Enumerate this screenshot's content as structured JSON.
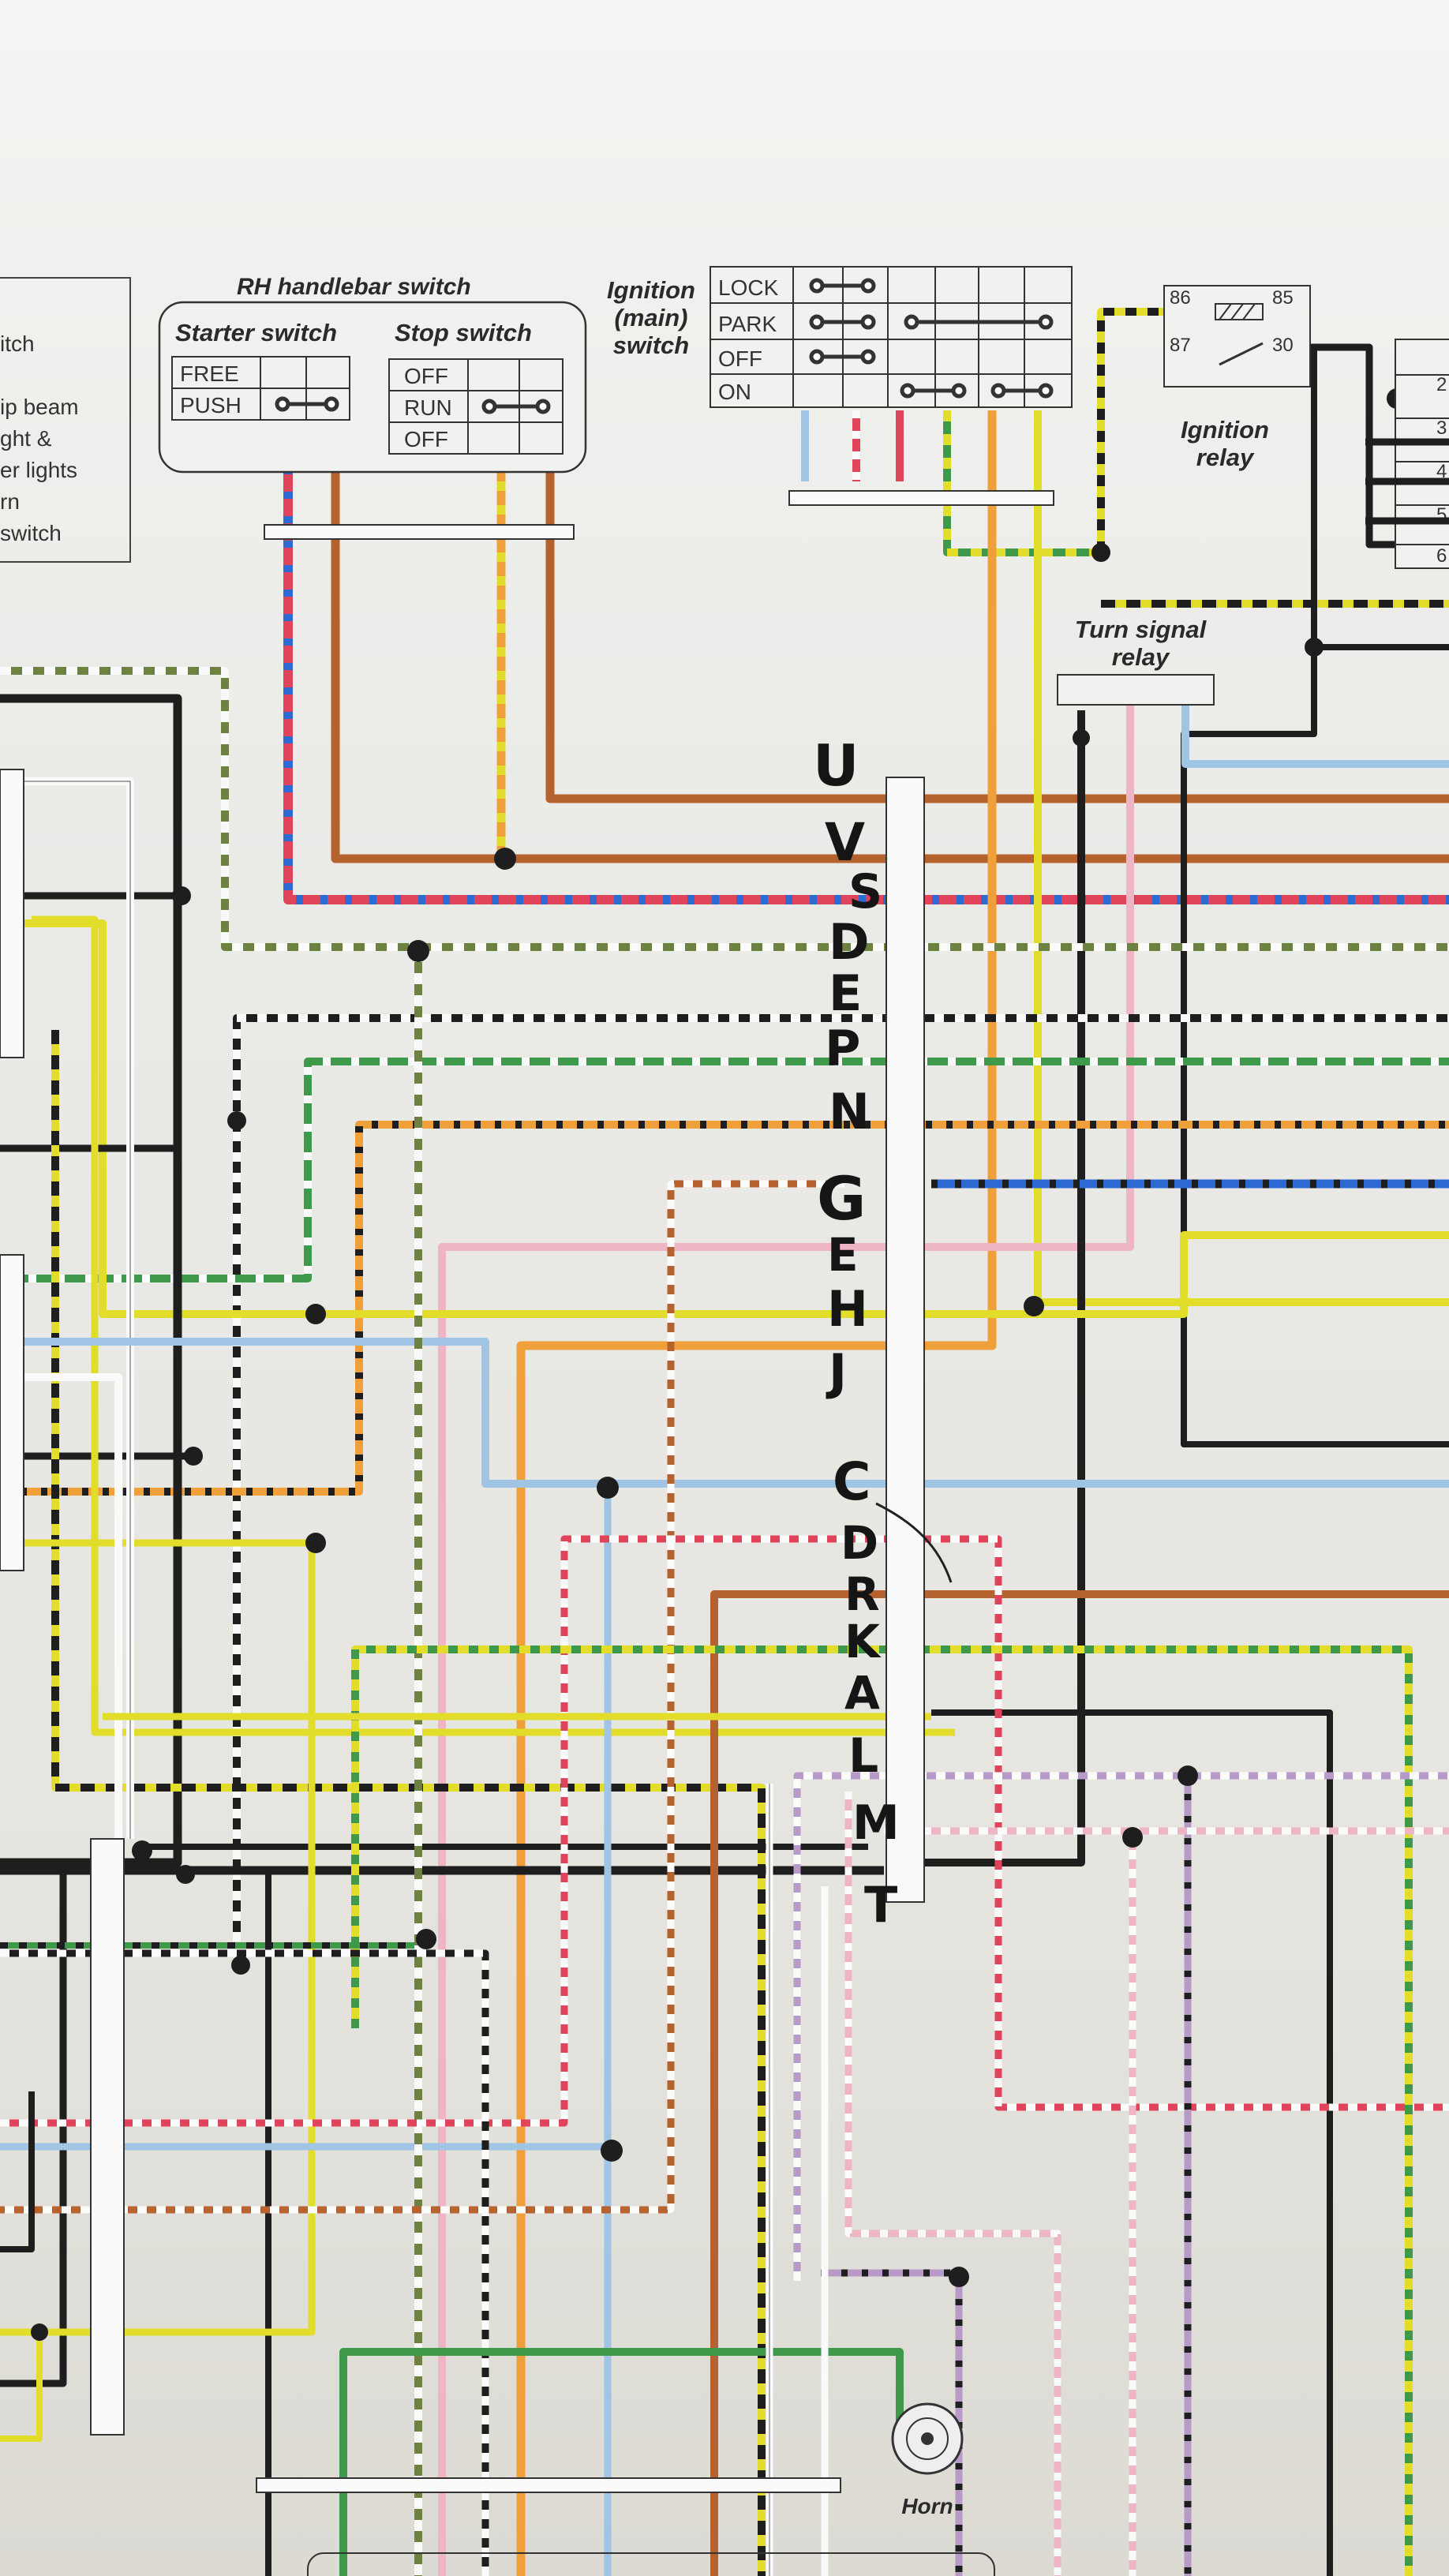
{
  "labels": {
    "rh_switch_title": "RH handlebar switch",
    "starter_switch": "Starter switch",
    "stop_switch": "Stop switch",
    "ignition_line1": "Ignition",
    "ignition_line2": "(main)",
    "ignition_line3": "switch",
    "ignition_relay_line1": "Ignition",
    "ignition_relay_line2": "relay",
    "turn_relay_line1": "Turn signal",
    "turn_relay_line2": "relay",
    "horn": "Horn"
  },
  "left_legend": [
    "itch",
    "ip beam",
    "ght &",
    "er lights",
    "rn",
    "switch"
  ],
  "starter_positions": [
    "FREE",
    "PUSH"
  ],
  "stop_positions": [
    "OFF",
    "RUN",
    "OFF"
  ],
  "ignition_positions": [
    "LOCK",
    "PARK",
    "OFF",
    "ON"
  ],
  "relay_pins": [
    "86",
    "85",
    "87",
    "30"
  ],
  "connector_pins": [
    "2",
    "3",
    "4",
    "5",
    "6"
  ],
  "handwritten": [
    "U",
    "V",
    "S",
    "D",
    "E",
    "P",
    "N",
    "G",
    "E",
    "H",
    "J",
    "C",
    "D",
    "R",
    "K",
    "A",
    "L",
    "M",
    "T"
  ],
  "colors": {
    "red": "#e0445a",
    "brown": "#b5622e",
    "orange": "#f0a03a",
    "yellow": "#e2dc2a",
    "green": "#3e9a4a",
    "olive": "#6d8240",
    "blue": "#2d6ad4",
    "lightblue": "#9fc4e4",
    "pink": "#eeb6c4",
    "black": "#1e1e1e",
    "white": "#fafafa",
    "grey": "#9a9a9a",
    "violet": "#b79ac8"
  }
}
